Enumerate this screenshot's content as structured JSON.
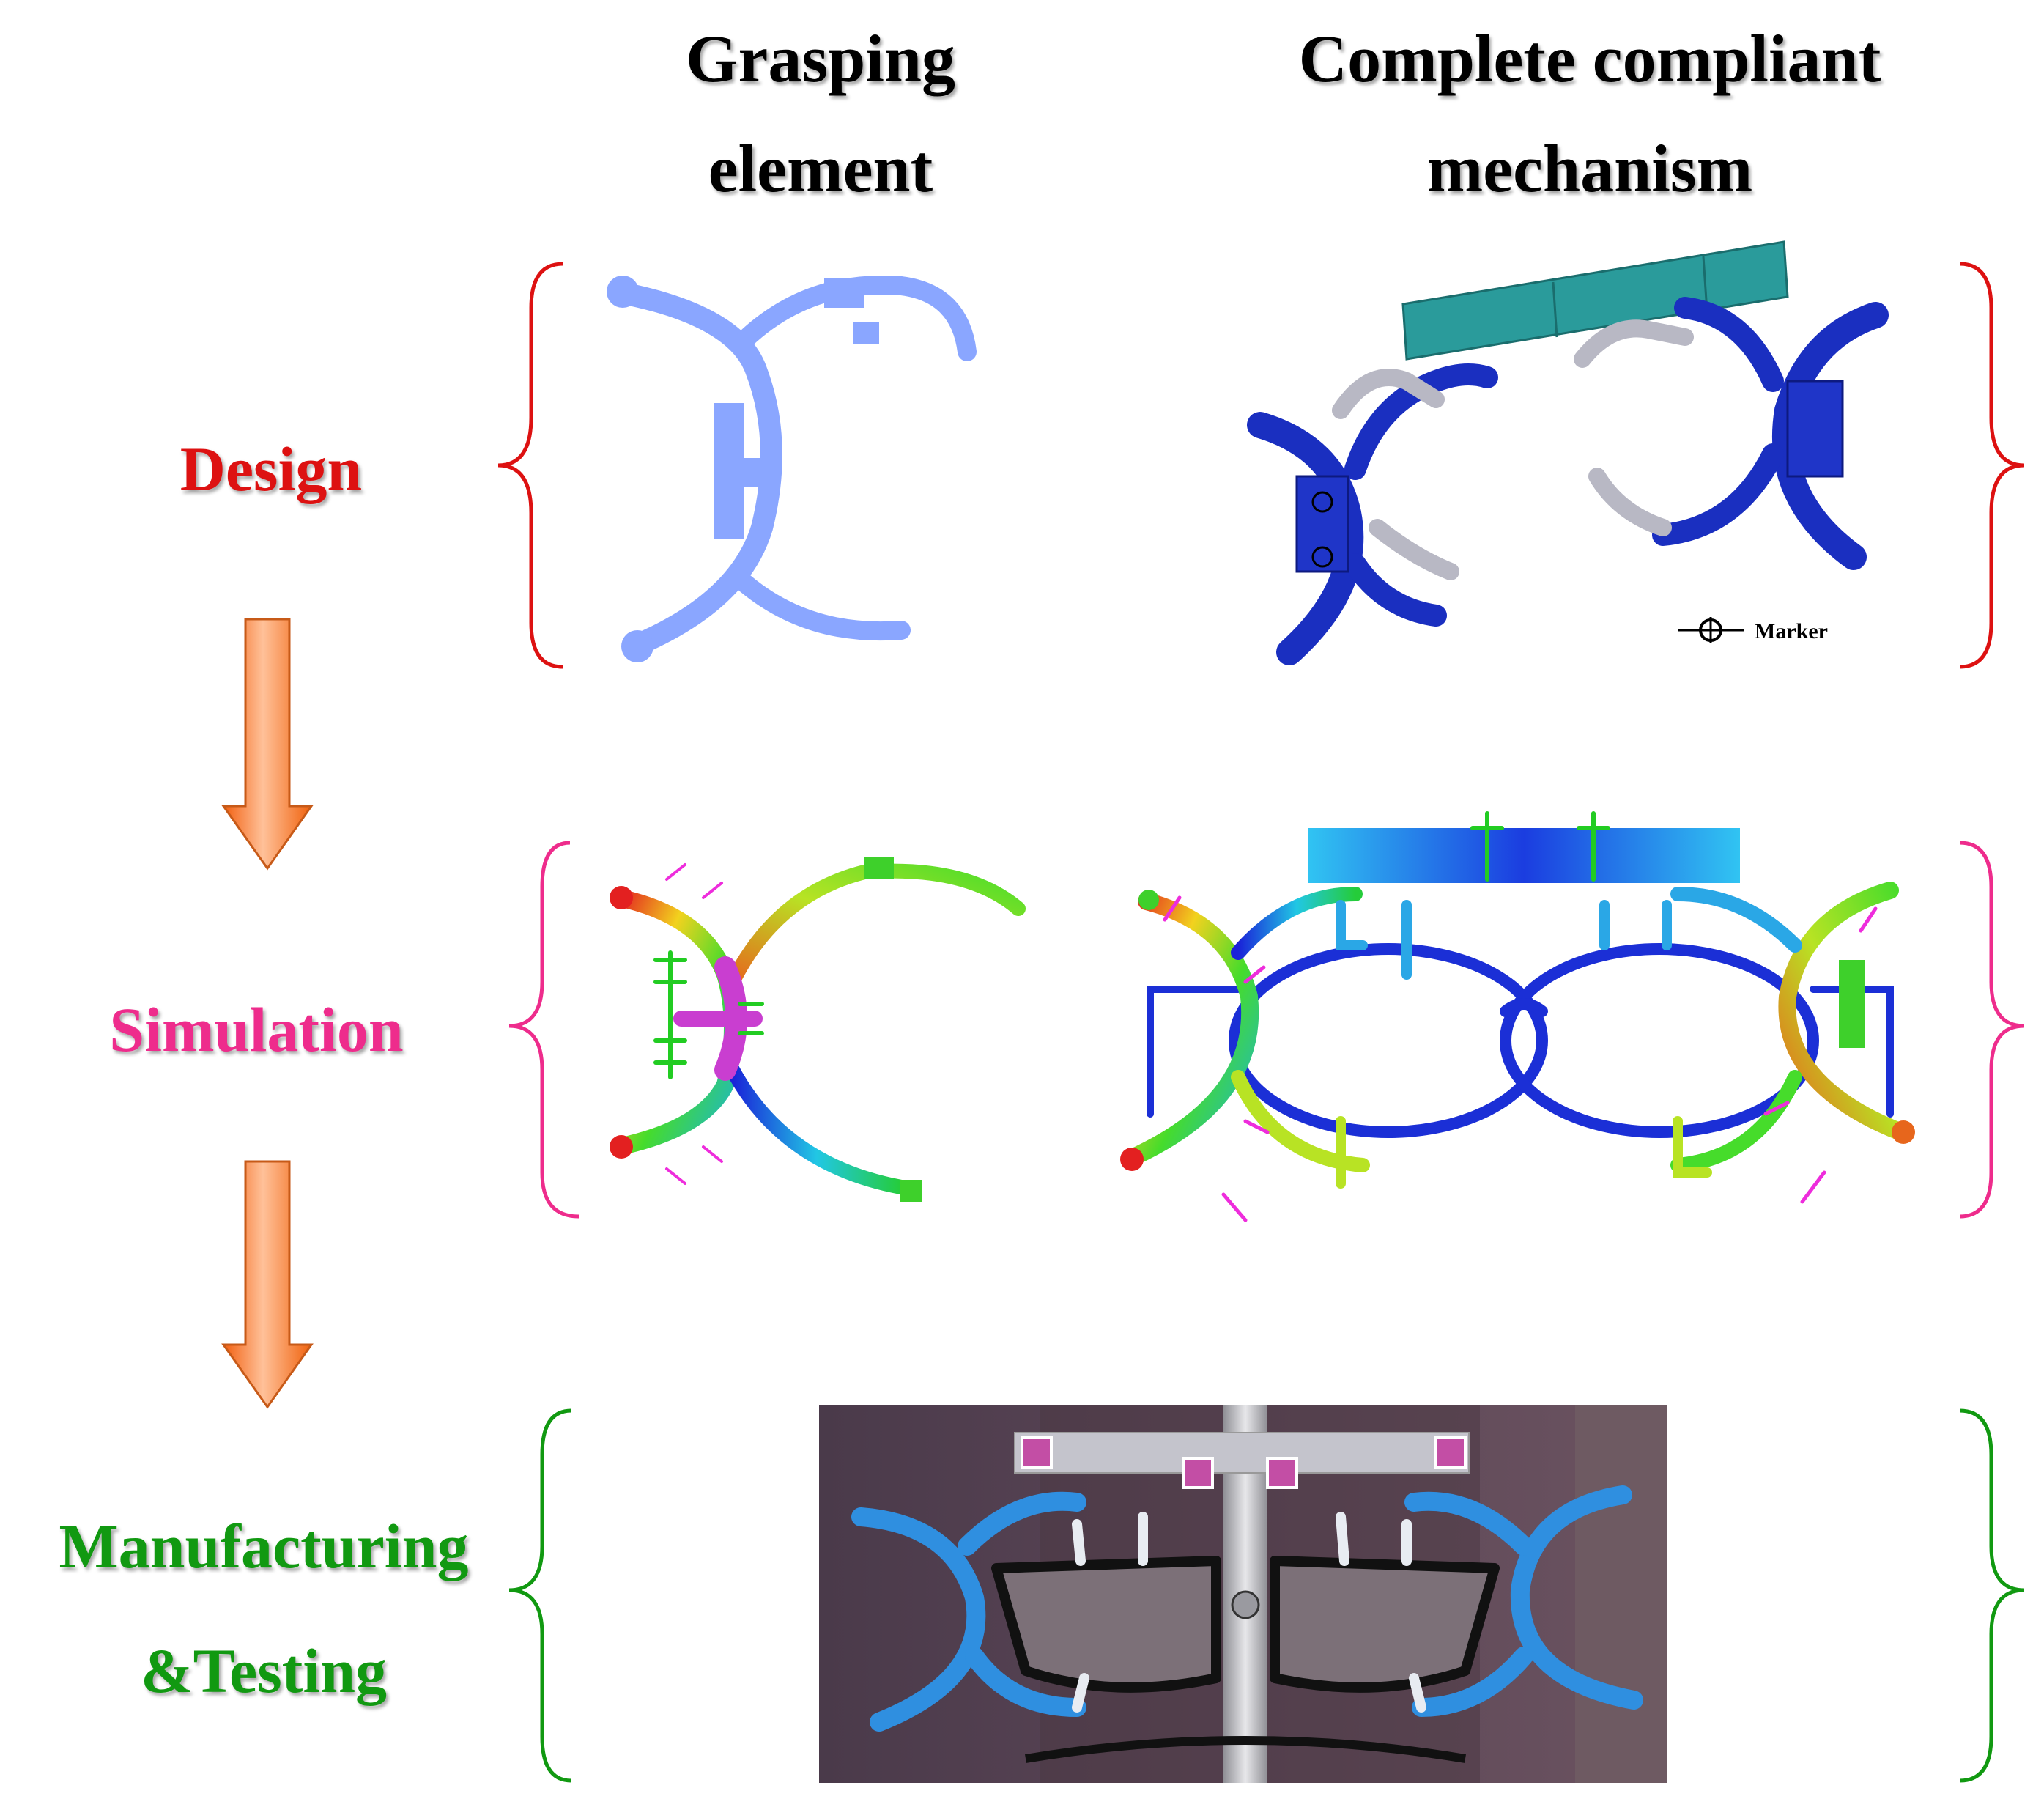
{
  "columns": {
    "grasping": [
      "Grasping",
      "element"
    ],
    "complete": [
      "Complete compliant",
      "mechanism"
    ]
  },
  "stages": {
    "design": "Design",
    "simulation": "Simulation",
    "manufacturing": [
      "Manufacturing",
      "&Testing"
    ]
  },
  "legend": {
    "marker": "Marker"
  },
  "colors": {
    "design": "#dd1111",
    "simulation": "#ee2c8c",
    "manufacturing": "#119911",
    "arrow": "#f58231",
    "cad_blue": "#8aa6ff",
    "mechanism_blue": "#1a2fc0",
    "bar_teal": "#2a9b9b"
  }
}
